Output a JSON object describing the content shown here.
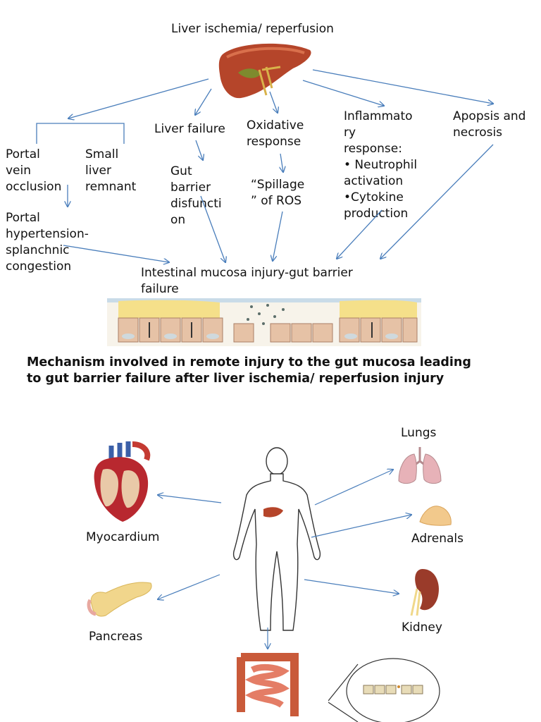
{
  "flowchart": {
    "root": "Liver ischemia/ reperfusion",
    "portal_vein": "Portal\nvein\nocclusion",
    "small_liver": "Small\nliver\nremnant",
    "portal_hypertension": "Portal\nhypertension-\nsplanchnic\ncongestion",
    "liver_failure": "Liver failure",
    "gut_barrier_dysfunction": "Gut\nbarrier\ndisfuncti\non",
    "oxidative": "Oxidative\nresponse",
    "spillage": "“Spillage\n” of ROS",
    "inflammatory": "Inflammato\nry\nresponse:\n• Neutrophil\nactivation\n•Cytokine\nproduction",
    "apoptosis": "Apopsis and\nnecrosis",
    "outcome": "Intestinal mucosa injury-gut barrier\nfailure"
  },
  "caption": "Mechanism involved in remote injury to the gut mucosa leading\nto gut barrier failure after liver ischemia/ reperfusion injury",
  "organs": {
    "myocardium": "Myocardium",
    "pancreas": "Pancreas",
    "lungs": "Lungs",
    "adrenals": "Adrenals",
    "kidney": "Kidney"
  },
  "colors": {
    "arrow": "#4a7ebb",
    "liver": "#b5452a",
    "heart": "#b8282f",
    "lungs": "#e7b2b8",
    "pancreas": "#f1d68c",
    "kidney": "#9a3b2a"
  }
}
